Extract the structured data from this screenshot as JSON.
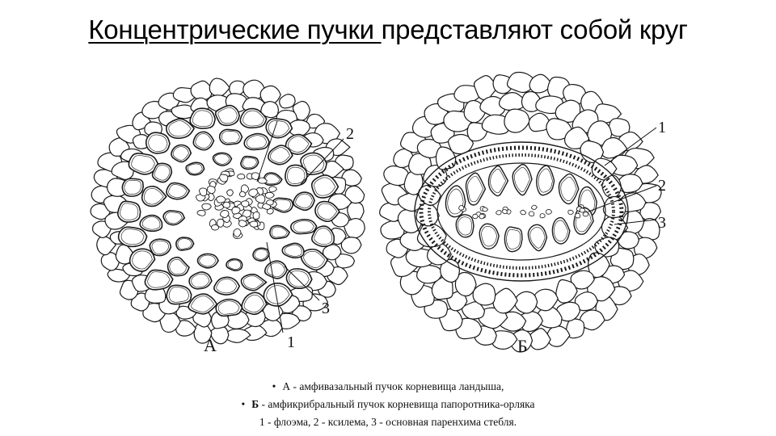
{
  "title": {
    "underlined": "Концентрические пучки ",
    "rest": "представляют собой круг"
  },
  "diagram_a": {
    "letter": "А",
    "labels": {
      "n1": "1",
      "n2": "2",
      "n3": "3"
    }
  },
  "diagram_b": {
    "letter": "Б",
    "labels": {
      "n1": "1",
      "n2": "2",
      "n3": "3"
    }
  },
  "caption": {
    "line1_bullet": "•",
    "line1": "А - амфивазальный пучок корневища ландыша,",
    "line2_bullet": "•",
    "line2_letter": "Б",
    "line2_rest": " - амфикрибральный пучок корневища папоротника-орляка",
    "line3": "1 - флоэма, 2 - ксилема, 3 - основная паренхима стебля."
  },
  "colors": {
    "ink": "#1a1a1a",
    "background": "#ffffff"
  }
}
